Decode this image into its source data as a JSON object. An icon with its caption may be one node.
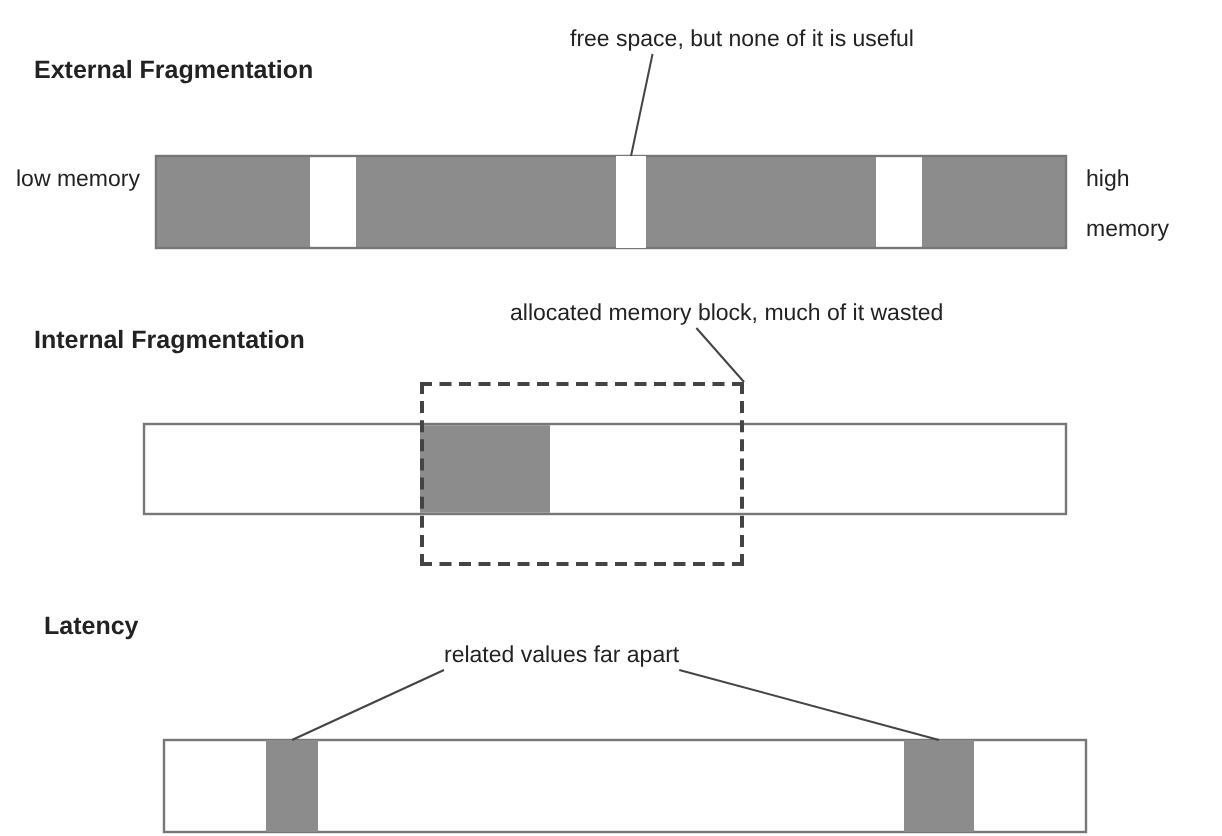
{
  "diagram": {
    "nodes": [
      {
        "text": [
          "free space, but none of it is useful"
        ]
      },
      {
        "text": [],
        "shape": "box"
      },
      {
        "text": [
          "allocated memory block, much of it wasted"
        ]
      },
      {
        "text": [],
        "shape": "box"
      },
      {
        "text": [
          "related values far apart"
        ]
      },
      {
        "text": [],
        "shape": "box"
      },
      {
        "text": [],
        "shape": "box"
      }
    ],
    "edges": [
      {
        "from": 0,
        "to": 1,
        "arrow": "none"
      },
      {
        "from": 2,
        "to": 3,
        "arrow": "none"
      },
      {
        "from": 4,
        "to": 5,
        "arrow": "none"
      },
      {
        "from": 4,
        "to": 6,
        "arrow": "none"
      }
    ],
    "labels": [
      "External Fragmentation",
      "low memory",
      "high memory",
      "Internal Fragmentation",
      "Latency"
    ]
  }
}
